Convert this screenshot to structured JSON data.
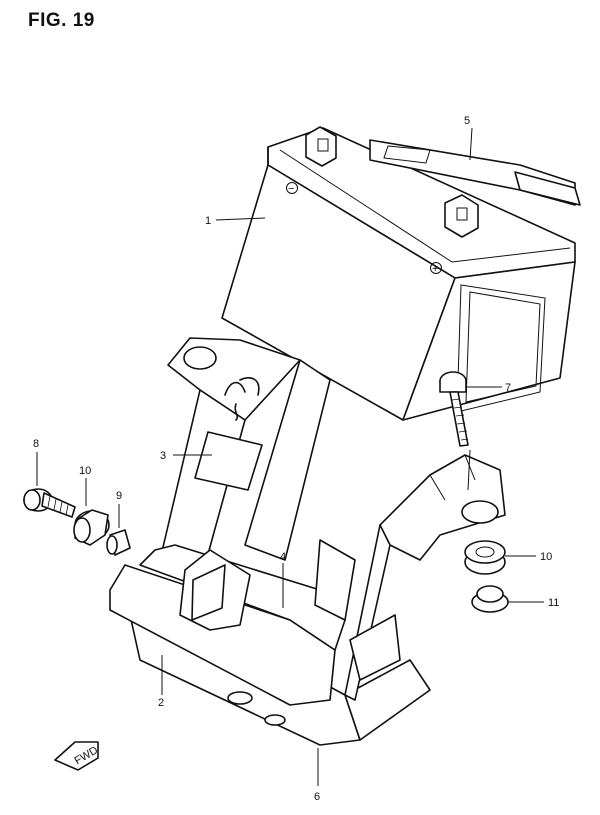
{
  "figure": {
    "title": "FIG. 19",
    "fwd_mark": "FWD"
  },
  "callouts": [
    {
      "id": "c1",
      "label": "1"
    },
    {
      "id": "c2",
      "label": "2"
    },
    {
      "id": "c3",
      "label": "3"
    },
    {
      "id": "c4",
      "label": "4"
    },
    {
      "id": "c5",
      "label": "5"
    },
    {
      "id": "c6",
      "label": "6"
    },
    {
      "id": "c7",
      "label": "7"
    },
    {
      "id": "c8",
      "label": "8"
    },
    {
      "id": "c9",
      "label": "9"
    },
    {
      "id": "c10a",
      "label": "10"
    },
    {
      "id": "c10b",
      "label": "10"
    },
    {
      "id": "c11",
      "label": "11"
    }
  ],
  "battery": {
    "minus_sign": "−",
    "plus_sign": "+"
  }
}
